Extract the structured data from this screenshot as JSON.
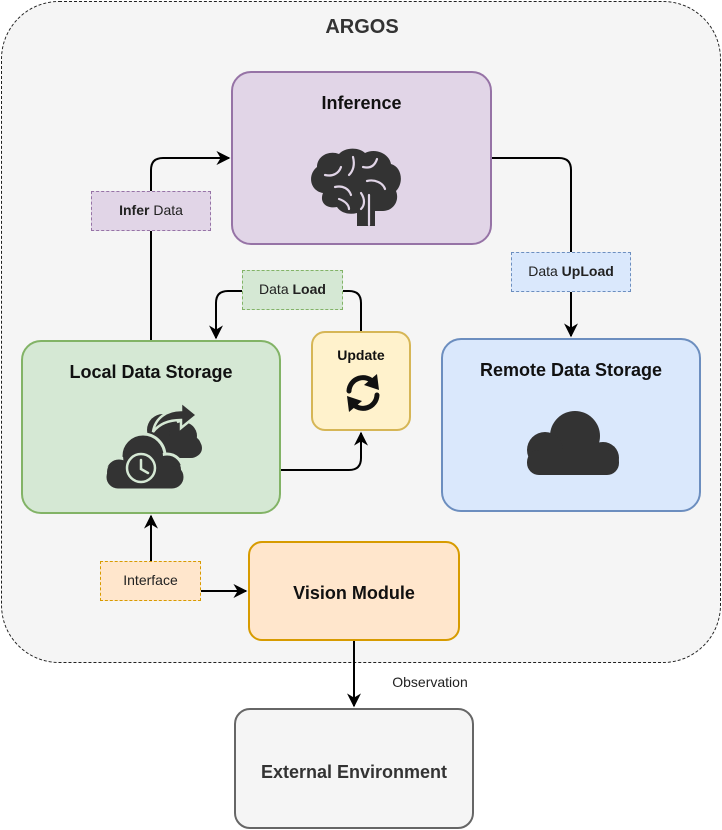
{
  "diagram": {
    "title": "ARGOS",
    "nodes": {
      "inference": "Inference",
      "local_storage": "Local Data Storage",
      "remote_storage": "Remote Data Storage",
      "update": "Update",
      "vision": "Vision Module",
      "external": "External Environment"
    },
    "edge_labels": {
      "infer": {
        "bold": "Infer",
        "rest": " Data"
      },
      "upload": {
        "pre": "Data ",
        "bold": "UpLoad"
      },
      "load": {
        "pre": "Data ",
        "bold": "Load"
      },
      "interface": "Interface",
      "observation": "Observation"
    },
    "icons": {
      "inference": "brain-icon",
      "local_storage": "cloud-clock-share-icon",
      "remote_storage": "cloud-icon",
      "update": "refresh-icon"
    }
  }
}
